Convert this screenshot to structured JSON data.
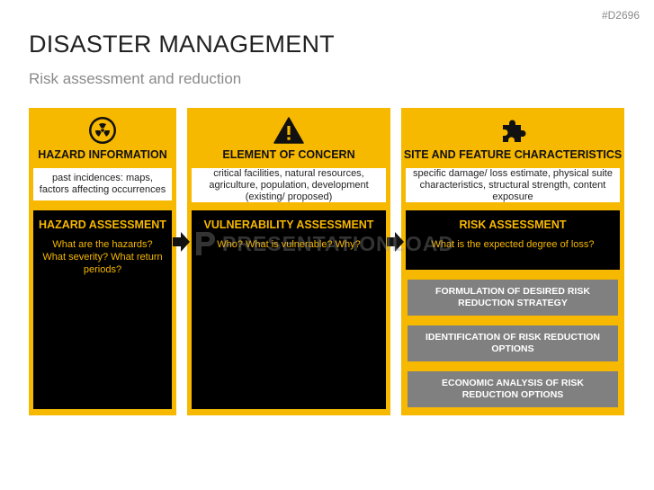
{
  "id_tag": "#D2696",
  "title": "DISASTER MANAGEMENT",
  "subtitle": "Risk assessment and reduction",
  "watermark": "PRESENTATIONLOAD",
  "colors": {
    "accent": "#f7b800",
    "dark": "#000000",
    "grey": "#808080"
  },
  "columns": [
    {
      "icon": "radiation-icon",
      "heading": "HAZARD INFORMATION",
      "info": "past incidences: maps, factors affecting occurrences",
      "assessment_title": "HAZARD ASSESSMENT",
      "assessment_text": "What  are the hazards? What severity? What return periods?"
    },
    {
      "icon": "warning-icon",
      "heading": "ELEMENT OF CONCERN",
      "info": "critical facilities, natural resources, agriculture, population, development (existing/ proposed)",
      "assessment_title": "VULNERABILITY ASSESSMENT",
      "assessment_text": "Who? What is vulnerable? Why?"
    },
    {
      "icon": "puzzle-icon",
      "heading": "SITE AND FEATURE CHARACTERISTICS",
      "info": "specific damage/ loss estimate, physical suite characteristics, structural strength, content exposure",
      "assessment_title": "RISK ASSESSMENT",
      "assessment_text": "What is the expected degree of loss?",
      "steps": [
        "FORMULATION OF DESIRED RISK REDUCTION STRATEGY",
        "IDENTIFICATION OF RISK REDUCTION OPTIONS",
        "ECONOMIC ANALYSIS OF RISK REDUCTION OPTIONS"
      ]
    }
  ]
}
